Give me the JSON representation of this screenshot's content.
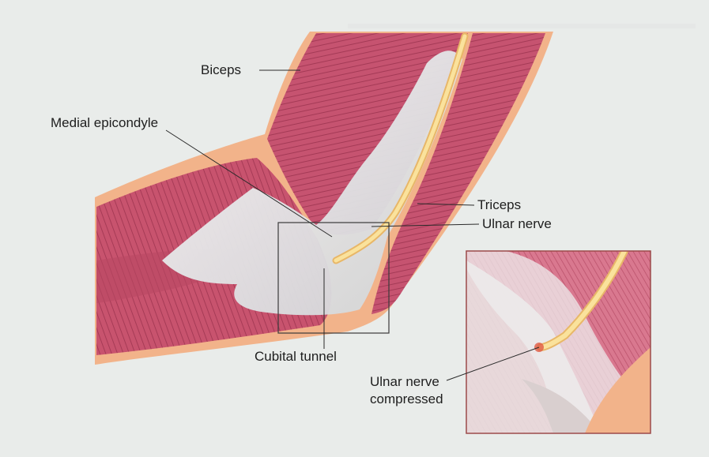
{
  "labels": {
    "biceps": "Biceps",
    "medial_epicondyle": "Medial epicondyle",
    "triceps": "Triceps",
    "ulnar_nerve": "Ulnar nerve",
    "cubital_tunnel": "Cubital tunnel",
    "ulnar_nerve_compressed_1": "Ulnar nerve",
    "ulnar_nerve_compressed_2": "compressed"
  },
  "colors": {
    "background": "#e9ecea",
    "skin": "#f2b38a",
    "muscle": "#c8536e",
    "muscle_light": "#e6879b",
    "tendon": "#eef0f0",
    "nerve": "#f6da8a",
    "inset_border": "#9c4a4a"
  }
}
